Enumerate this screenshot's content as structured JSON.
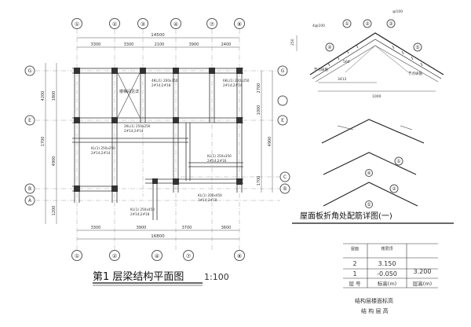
{
  "plan": {
    "title": "第1 层梁结构平面图",
    "scale": "1:100",
    "axes_x": [
      "①",
      "②",
      "③",
      "④",
      "⑦",
      "⑧"
    ],
    "axes_y": [
      "G",
      "E",
      "C",
      "B",
      "A"
    ],
    "dims_top_total": "14500",
    "dims_top": [
      "3300",
      "3300",
      "2100",
      "3900",
      "2400"
    ],
    "dims_bottom_total": "16800",
    "dims_bottom": [
      "3300",
      "3900",
      "3700",
      "3600"
    ],
    "dims_left": [
      "4200",
      "1800",
      "4900",
      "1700",
      "1200"
    ],
    "dims_right": [
      "2700",
      "1000",
      "4900",
      "1700"
    ],
    "stair_label": "楼梯间见详",
    "beam_labels": [
      "4KL(1) 200x350",
      "2#14;2#18",
      "6KL(1) 200x250",
      "2#14;2#14",
      "2KL(1) 250x250",
      "2#14;2#14",
      "KL(1) 250x250",
      "2#14;2#14",
      "KL(1) 250x350",
      "2#14;2#16",
      "KL(1) 200x450",
      "3#14;2#18",
      "KL(1) 250x450",
      "2#14;2#18"
    ]
  },
  "detail": {
    "title": "屋面板折角处配筋详图(一)",
    "dims": [
      "4@100",
      "1000",
      "3412",
      "1000",
      "560",
      "@100",
      "250"
    ],
    "notes": [
      "节点纵筋",
      "节点纵筋"
    ],
    "markers": [
      "①",
      "②",
      "③",
      "④",
      "⑤"
    ]
  },
  "elevation_table": {
    "rows": [
      {
        "floor": "2",
        "elev": "3.150",
        "height": ""
      },
      {
        "floor": "1",
        "elev": "-0.050",
        "height": "3.200"
      }
    ],
    "header": {
      "floor": "层 号",
      "elev": "标高(m)",
      "height": "层高(m)"
    },
    "header_top": {
      "floor": "屋面",
      "elev": "楼层顶"
    },
    "caption_1": "结构层楼面标高",
    "caption_2": "结 构 层 高"
  }
}
